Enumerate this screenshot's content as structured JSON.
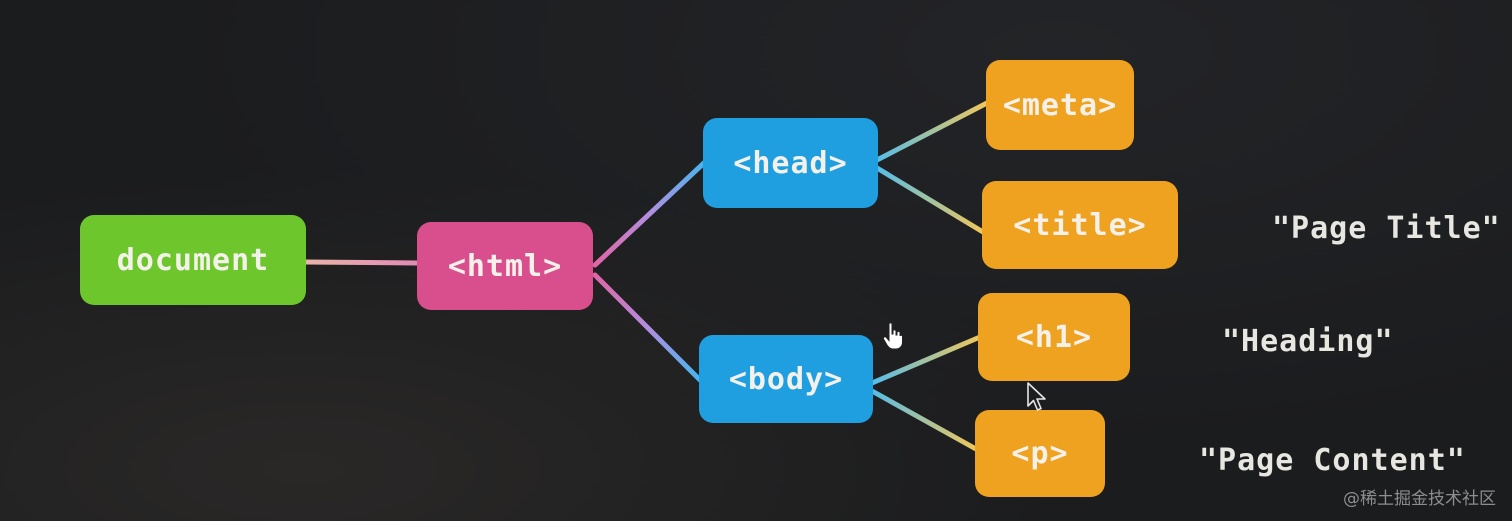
{
  "nodes": {
    "document": "document",
    "html": "<html>",
    "head": "<head>",
    "body": "<body>",
    "meta": "<meta>",
    "title": "<title>",
    "h1": "<h1>",
    "p": "<p>"
  },
  "text_nodes": {
    "page_title": "\"Page Title\"",
    "heading": "\"Heading\"",
    "page_content": "\"Page Content\""
  },
  "watermark": "@稀土掘金技术社区",
  "colors": {
    "document": "#6cc62c",
    "html": "#d94f8e",
    "head_body": "#1f9fe0",
    "leaves": "#eea21f",
    "background": "#1b1c1e"
  }
}
